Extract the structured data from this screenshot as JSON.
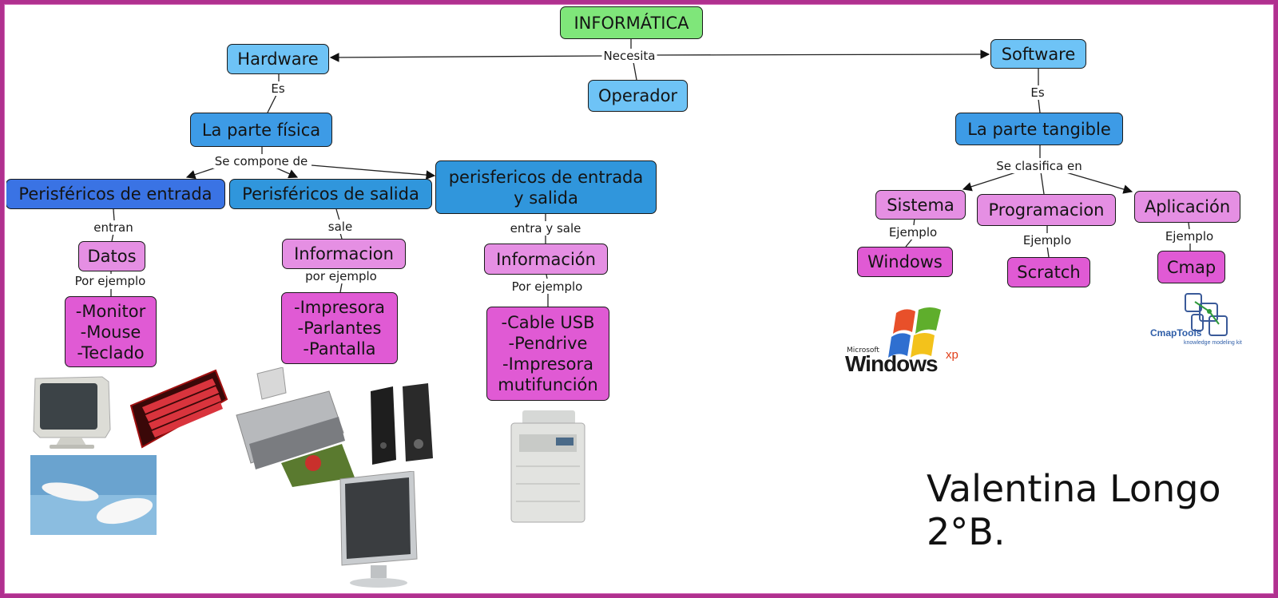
{
  "nodes": {
    "informatica": "INFORMÁTICA",
    "hardware": "Hardware",
    "software": "Software",
    "operador": "Operador",
    "parte_fisica": "La parte física",
    "parte_tangible": "La parte tangible",
    "per_entrada": "Perisféricos de entrada",
    "per_salida": "Perisféricos de salida",
    "per_entrada_salida": "perisfericos de entrada\ny salida",
    "datos": "Datos",
    "informacion_salida": "Informacion",
    "informacion_es": "Información",
    "ej_entrada": "-Monitor\n-Mouse\n-Teclado",
    "ej_salida": "-Impresora\n-Parlantes\n-Pantalla",
    "ej_es": "-Cable USB\n-Pendrive\n-Impresora\nmutifunción",
    "sistema": "Sistema",
    "programacion": "Programacion",
    "aplicacion": "Aplicación",
    "windows": "Windows",
    "scratch": "Scratch",
    "cmap": "Cmap"
  },
  "links": {
    "necesita": "Necesita",
    "es_hw": "Es",
    "es_sw": "Es",
    "se_compone_de": "Se compone de",
    "se_clasifica_en": "Se clasifica en",
    "entran": "entran",
    "sale": "sale",
    "entra_y_sale": "entra y sale",
    "por_ejemplo_1": "Por ejemplo",
    "por_ejemplo_2": "por ejemplo",
    "por_ejemplo_3": "Por ejemplo",
    "ejemplo_1": "Ejemplo",
    "ejemplo_2": "Ejemplo",
    "ejemplo_3": "Ejemplo"
  },
  "logos": {
    "windows_small": "Microsoft",
    "windows_big": "Windows",
    "windows_xp": "xp",
    "cmap_name": "CmapTools",
    "cmap_tag": "knowledge modeling kit"
  },
  "author": "Valentina Longo\n2°B."
}
